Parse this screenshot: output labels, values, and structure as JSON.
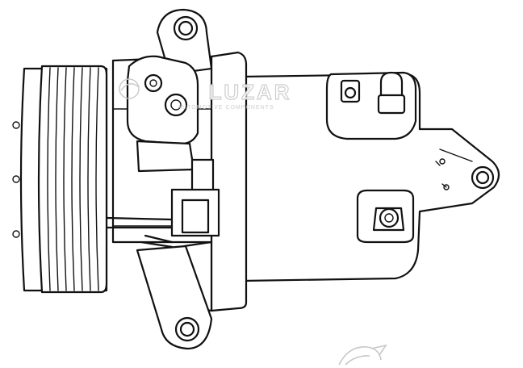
{
  "watermark": {
    "brand": "LUZAR",
    "tagline": "AUTOMOTIVE COMPONENTS",
    "color": "#c8c8c8"
  },
  "drawing": {
    "subject": "ac-compressor-line-art",
    "line_color": "#111111",
    "background": "#ffffff"
  }
}
